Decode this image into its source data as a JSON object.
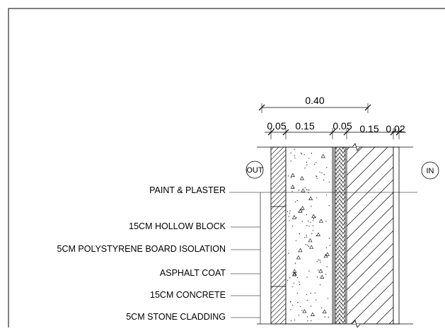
{
  "dimensions": {
    "total": "0.40",
    "parts": [
      "0.05",
      "0.15",
      "0.05",
      "0.15",
      "0.02"
    ]
  },
  "tags": {
    "outside": "OUT",
    "inside": "IN"
  },
  "layer_labels": [
    "PAINT & PLASTER",
    "15CM HOLLOW BLOCK",
    "5CM POLYSTYRENE BOARD ISOLATION",
    "ASPHALT COAT",
    "15CM CONCRETE",
    "5CM STONE CLADDING"
  ]
}
